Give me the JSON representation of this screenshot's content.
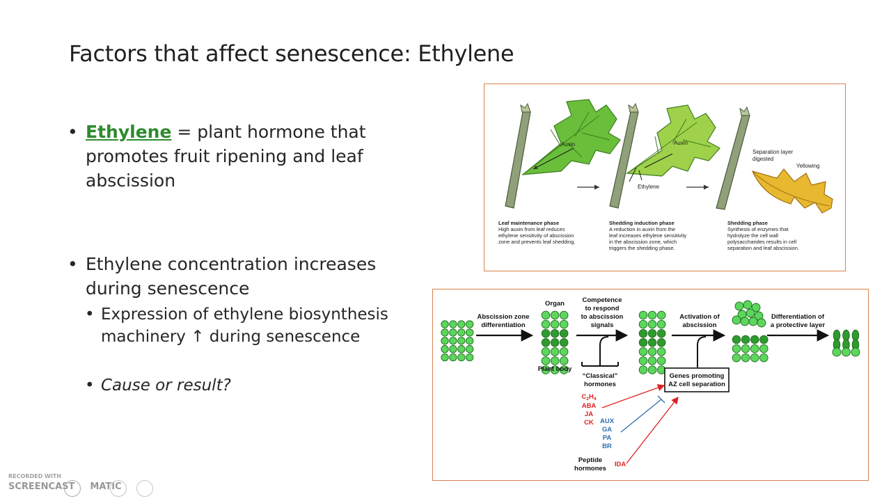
{
  "slide": {
    "title": "Factors that affect senescence: Ethylene",
    "bullets": {
      "b1_keyword": "Ethylene",
      "b1_rest": " = plant hormone that promotes fruit ripening and leaf abscission",
      "b2": "Ethylene concentration increases during senescence",
      "sub1": "Expression of ethylene biosynthesis machinery ↑ during senescence",
      "sub2": "Cause or result?"
    },
    "bullet_char": "•"
  },
  "figure1": {
    "auxin_1": "Auxin",
    "auxin_2": "Auxin",
    "ethylene": "Ethylene",
    "sep_layer_1": "Separation layer",
    "sep_layer_2": "digested",
    "yellowing": "Yellowing",
    "phase1_title": "Leaf maintenance phase",
    "phase1_l1": "High auxin from leaf reduces",
    "phase1_l2": "ethylene sensitivity of abscission",
    "phase1_l3": "zone and prevents leaf shedding.",
    "phase2_title": "Shedding induction phase",
    "phase2_l1": "A reduction in auxin from the",
    "phase2_l2": "leaf increases ethylene sensitivity",
    "phase2_l3": "in the abscission zone, which",
    "phase2_l4": "triggers the shedding phase.",
    "phase3_title": "Shedding phase",
    "phase3_l1": "Synthesis of enzymes that",
    "phase3_l2": "hydrolyze the cell wall",
    "phase3_l3": "polysaccharides results in cell",
    "phase3_l4": "separation and leaf abscission."
  },
  "figure2": {
    "az_diff_1": "Abscission zone",
    "az_diff_2": "differentiation",
    "organ": "Organ",
    "plant_body": "Plant body",
    "competence_1": "Competence",
    "competence_2": "to respond",
    "competence_3": "to abscission",
    "competence_4": "signals",
    "classical_1": "“Classical”",
    "classical_2": "hormones",
    "activation_1": "Activation of",
    "activation_2": "abscission",
    "protective_1": "Differentiation of",
    "protective_2": "a protective layer",
    "genes_1": "Genes promoting",
    "genes_2": "AZ cell separation",
    "c2h4_c": "C",
    "c2h4_2": "2",
    "c2h4_h": "H",
    "c2h4_4": "4",
    "aba": "ABA",
    "ja": "JA",
    "ck": "CK",
    "aux": "AUX",
    "ga": "GA",
    "pa": "PA",
    "br": "BR",
    "peptide_1": "Peptide",
    "peptide_2": "hormones",
    "ida": "IDA"
  },
  "watermark": {
    "recorded_with": "RECORDED WITH",
    "brand_1": "SCREENCAST",
    "brand_2": "MATIC"
  },
  "colors": {
    "accent_keyword": "#2e8b2e",
    "figure_border": "#d9814a",
    "promoter_red": "#e02020",
    "inhibitor_blue": "#2a6fb0",
    "cell_green": "#5cd65c",
    "leaf_green": "#6abf3a",
    "leaf_yellow": "#e8b830"
  }
}
